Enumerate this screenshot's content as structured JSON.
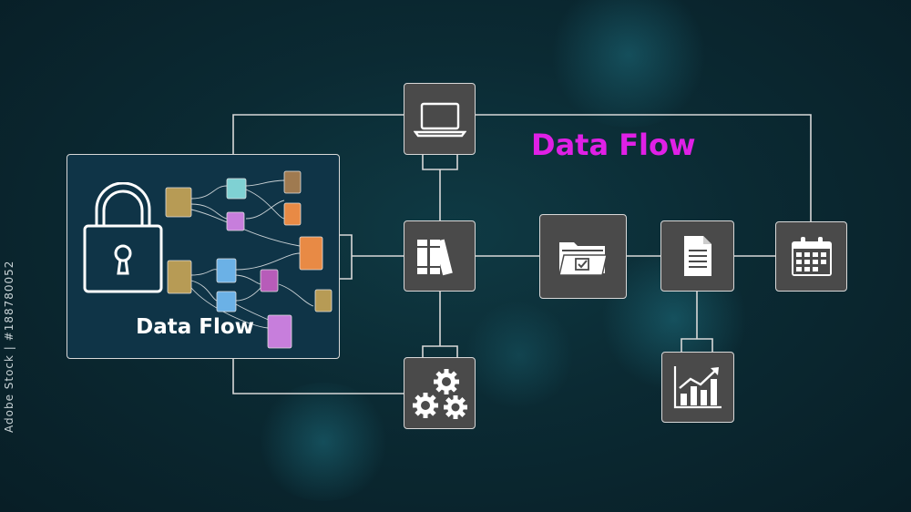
{
  "diagram": {
    "title": "Data Flow",
    "panel_label": "Data Flow",
    "side_id": "Adobe Stock | #188780052"
  },
  "colors": {
    "title": "#e020e6",
    "line": "#d8d8d8",
    "node_fill": "#4a4a4a",
    "panel_fill": "#0f3447",
    "chip_colors": [
      "#b79b55",
      "#7fd1d3",
      "#c77edc",
      "#e88a45",
      "#6bb1e6",
      "#b75cb9",
      "#9f7a50"
    ]
  },
  "icons": [
    "lock-icon",
    "laptop-icon",
    "books-icon",
    "gears-icon",
    "folder-check-icon",
    "document-icon",
    "bar-chart-icon",
    "calendar-icon"
  ]
}
